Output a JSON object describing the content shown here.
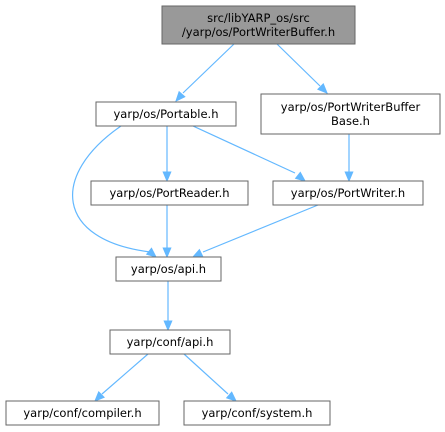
{
  "diagram": {
    "nodes": [
      {
        "id": "n0",
        "lines": [
          "src/libYARP_os/src",
          "/yarp/os/PortWriterBuffer.h"
        ]
      },
      {
        "id": "n1",
        "lines": [
          "yarp/os/Portable.h"
        ]
      },
      {
        "id": "n2",
        "lines": [
          "yarp/os/PortWriterBuffer",
          "Base.h"
        ]
      },
      {
        "id": "n3",
        "lines": [
          "yarp/os/PortReader.h"
        ]
      },
      {
        "id": "n4",
        "lines": [
          "yarp/os/PortWriter.h"
        ]
      },
      {
        "id": "n5",
        "lines": [
          "yarp/os/api.h"
        ]
      },
      {
        "id": "n6",
        "lines": [
          "yarp/conf/api.h"
        ]
      },
      {
        "id": "n7",
        "lines": [
          "yarp/conf/compiler.h"
        ]
      },
      {
        "id": "n8",
        "lines": [
          "yarp/conf/system.h"
        ]
      }
    ],
    "edges": [
      {
        "from": "n0",
        "to": "n1"
      },
      {
        "from": "n0",
        "to": "n2"
      },
      {
        "from": "n1",
        "to": "n3"
      },
      {
        "from": "n1",
        "to": "n4"
      },
      {
        "from": "n1",
        "to": "n5"
      },
      {
        "from": "n2",
        "to": "n4"
      },
      {
        "from": "n3",
        "to": "n5"
      },
      {
        "from": "n4",
        "to": "n5"
      },
      {
        "from": "n5",
        "to": "n6"
      },
      {
        "from": "n6",
        "to": "n7"
      },
      {
        "from": "n6",
        "to": "n8"
      }
    ],
    "colors": {
      "root_fill": "#999999",
      "node_fill": "#ffffff",
      "node_border": "#666666",
      "edge": "#63b8ff"
    }
  }
}
